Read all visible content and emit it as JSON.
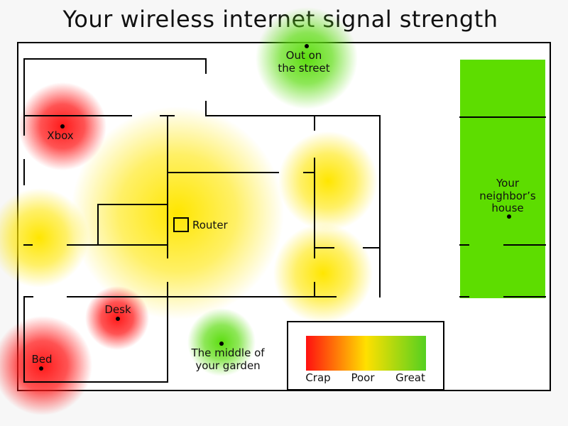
{
  "title": "Your wireless internet signal strength",
  "locations": {
    "street": [
      "Out on",
      "the street"
    ],
    "xbox": "Xbox",
    "router": "Router",
    "neighbor": [
      "Your",
      "neighbor’s",
      "house"
    ],
    "desk": "Desk",
    "bed": "Bed",
    "garden": [
      "The middle of",
      "your garden"
    ]
  },
  "legend": {
    "crap": "Crap",
    "poor": "Poor",
    "great": "Great"
  },
  "colors": {
    "crap": "#ff1a1a",
    "poor": "#ffe600",
    "great": "#5ddd10",
    "walls": "#000000"
  }
}
